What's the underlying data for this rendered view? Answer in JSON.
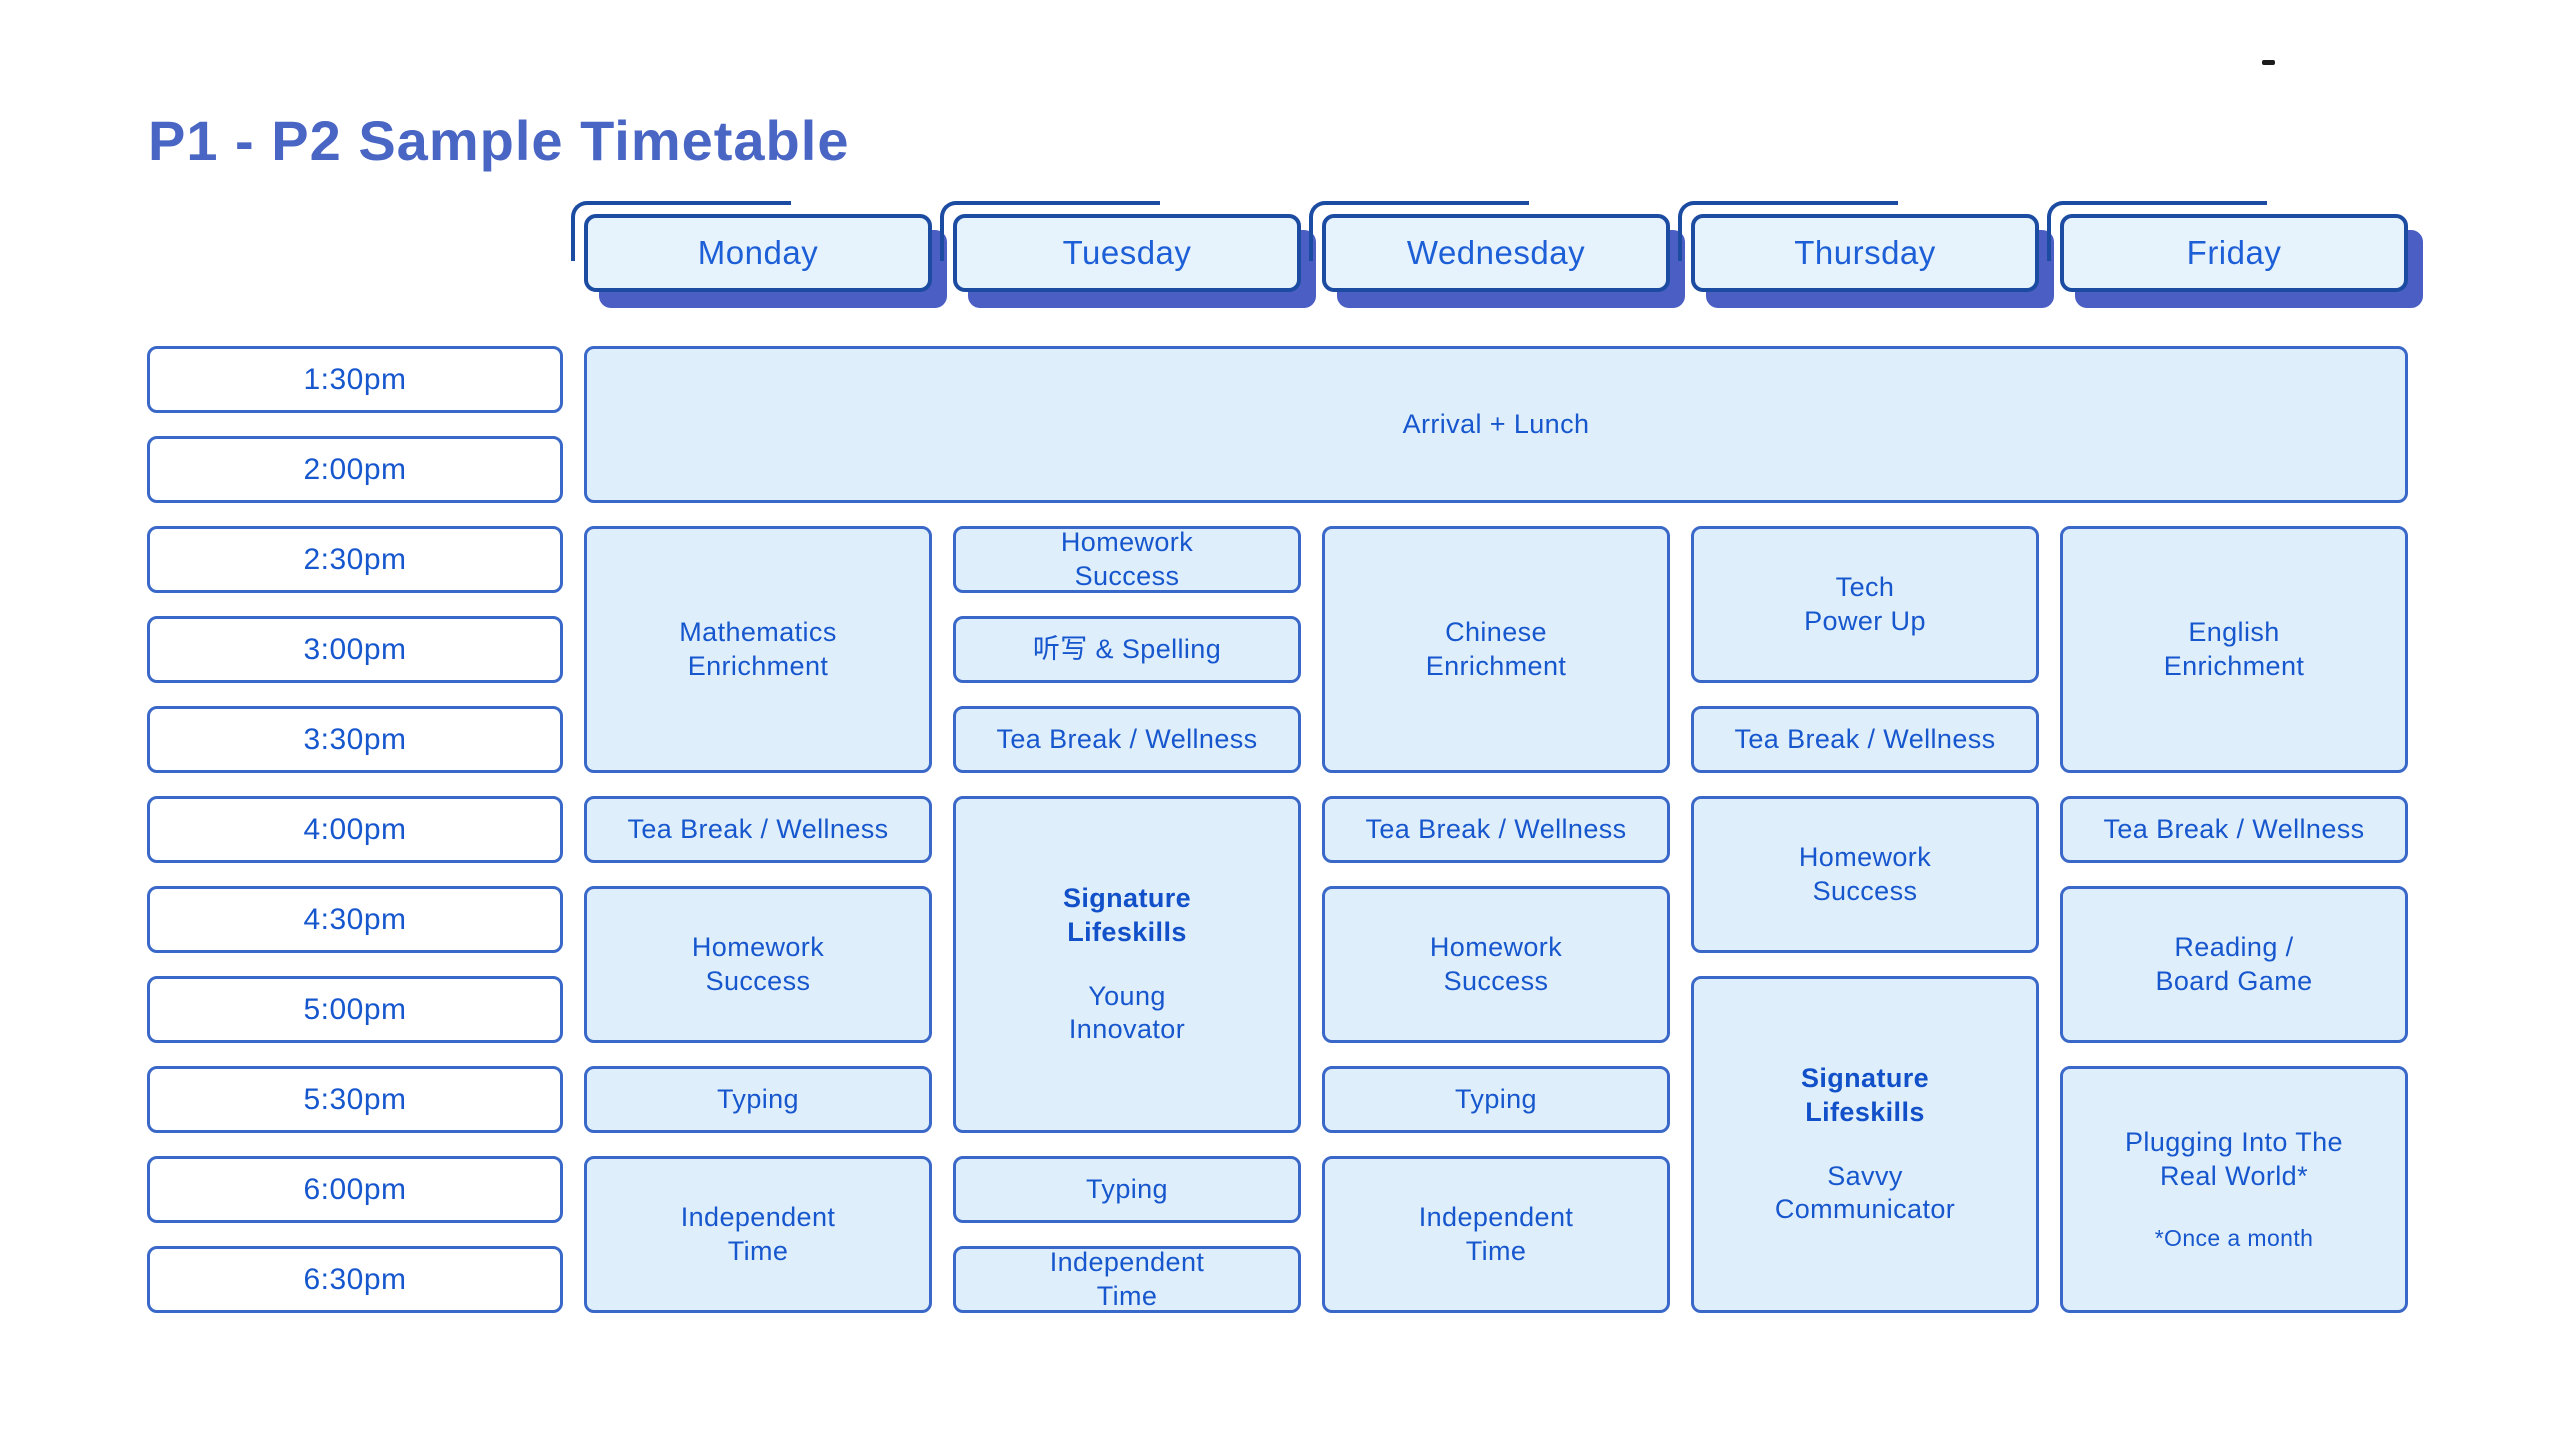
{
  "page": {
    "title": "P1 - P2 Sample Timetable"
  },
  "colors": {
    "title_text": "#4a66c4",
    "header_fill": "#e7f3fc",
    "header_border": "#1c4ba2",
    "header_shadow": "#4a5ec4",
    "header_text": "#1d5fd6",
    "cell_fill": "#dfeefb",
    "cell_border": "#3a68c8",
    "cell_text": "#1757ce",
    "signature_bold_text": "#1150c8",
    "background": "#ffffff"
  },
  "days": [
    "Monday",
    "Tuesday",
    "Wednesday",
    "Thursday",
    "Friday"
  ],
  "times": [
    "1:30pm",
    "2:00pm",
    "2:30pm",
    "3:00pm",
    "3:30pm",
    "4:00pm",
    "4:30pm",
    "5:00pm",
    "5:30pm",
    "6:00pm",
    "6:30pm"
  ],
  "arrival": {
    "label": "Arrival + Lunch"
  },
  "schedule": {
    "monday": [
      {
        "label": "Mathematics\nEnrichment"
      },
      {
        "label": "Tea Break / Wellness"
      },
      {
        "label": "Homework\nSuccess"
      },
      {
        "label": "Typing"
      },
      {
        "label": "Independent\nTime"
      }
    ],
    "tuesday": [
      {
        "label": "Homework\nSuccess"
      },
      {
        "label": "听写 & Spelling"
      },
      {
        "label": "Tea Break / Wellness"
      },
      {
        "title": "Signature\nLifeskills",
        "subtitle": "Young\nInnovator"
      },
      {
        "label": "Typing"
      },
      {
        "label": "Independent\nTime"
      }
    ],
    "wednesday": [
      {
        "label": "Chinese\nEnrichment"
      },
      {
        "label": "Tea Break / Wellness"
      },
      {
        "label": "Homework\nSuccess"
      },
      {
        "label": "Typing"
      },
      {
        "label": "Independent\nTime"
      }
    ],
    "thursday": [
      {
        "label": "Tech\nPower Up"
      },
      {
        "label": "Tea Break / Wellness"
      },
      {
        "label": "Homework\nSuccess"
      },
      {
        "title": "Signature\nLifeskills",
        "subtitle": "Savvy\nCommunicator"
      }
    ],
    "friday": [
      {
        "label": "English\nEnrichment"
      },
      {
        "label": "Tea Break / Wellness"
      },
      {
        "label": "Reading /\nBoard Game"
      },
      {
        "label": "Plugging Into The\nReal World*",
        "footnote": "*Once a month"
      }
    ]
  }
}
